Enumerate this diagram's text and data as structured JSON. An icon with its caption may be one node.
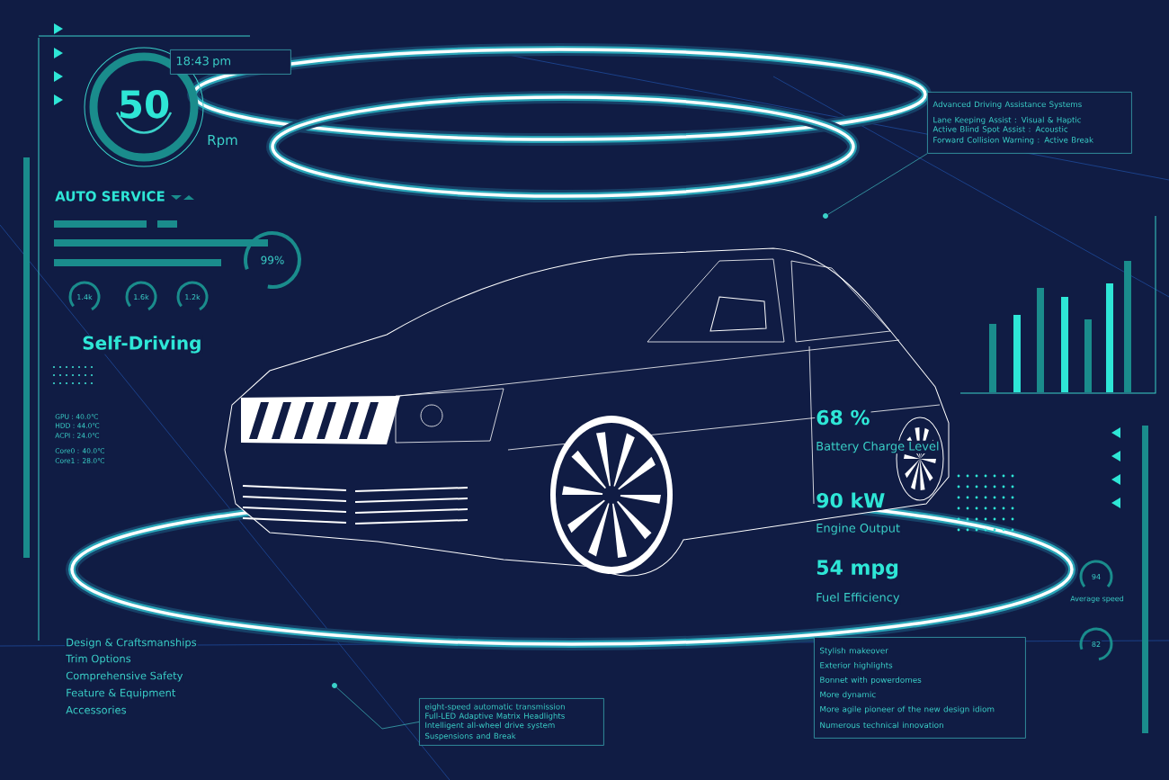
{
  "diagram": {
    "nodes": [
      {
        "text": [
          "50"
        ],
        "beside": [
          "Rpm"
        ]
      },
      {
        "text": [
          "18:43 pm"
        ]
      },
      {
        "text": [
          "Advanced Driving Assistance Systems",
          "Lane Keeping Assist : Visual & Haptic",
          "Active Blind Spot Assist : Acoustic",
          "Forward Collision Warning : Active Break"
        ]
      },
      {
        "text": [],
        "shape": "circle"
      },
      {
        "text": [
          "eight-speed automatic transmission",
          "Full-LED Adaptive Matrix Headlights",
          "Intelligent all-wheel drive system",
          "Suspensions and Break"
        ]
      },
      {
        "text": [],
        "shape": "circle"
      },
      {
        "text": [
          "Stylish makeover",
          "Exterior highlights",
          "Bonnet with powerdomes",
          "More dynamic",
          "More agile pioneer of the new design idiom",
          "Numerous technical innovation"
        ]
      }
    ],
    "edges": [
      {
        "from": 2,
        "to": 3,
        "arrow": "none"
      },
      {
        "from": 4,
        "to": 5,
        "arrow": "none"
      }
    ],
    "labels": [
      "AUTO SERVICE",
      "99%",
      "1.4k",
      "1.6k",
      "1.2k",
      "Self-Driving",
      "GPU : 40.0℃",
      "HDD : 44.0℃",
      "ACPI : 24.0℃",
      "Core0 : 40.0℃",
      "Core1 : 28.0℃",
      "68 %",
      "Battery Charge Level",
      "90 kW",
      "Engine Output",
      "54 mpg",
      "Fuel Efficiency",
      "94",
      "Average speed",
      "82",
      "Design & Craftsmanships",
      "Trim Options",
      "Comprehensive Safety",
      "Feature & Equipment",
      "Accessories"
    ]
  }
}
